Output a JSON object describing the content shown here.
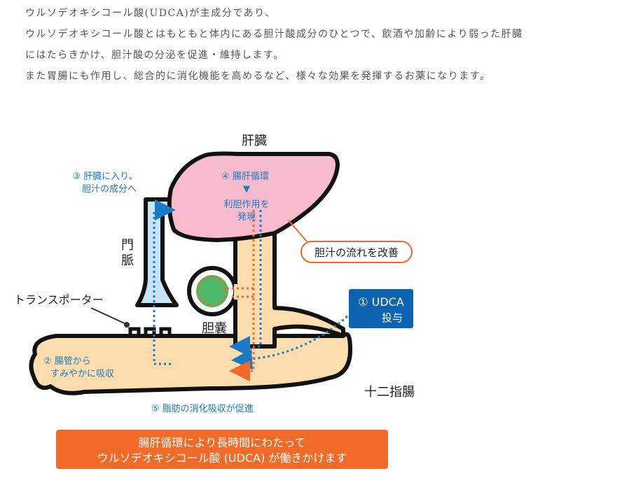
{
  "intro": {
    "lines": [
      "ウルソデオキシコール酸(UDCA)が主成分であり、",
      "ウルソデオキシコール酸とはもともと体内にある胆汁酸成分のひとつで、飲酒や加齢により弱った肝臓",
      "にはたらきかけ、胆汁酸の分泌を促進・維持します。",
      "また胃腸にも作用し、総合的に消化機能を高めるなど、様々な効果を発揮するお薬になります。"
    ]
  },
  "diagram": {
    "liver_label": "肝臓",
    "portal_vein_label": [
      "門",
      "脈"
    ],
    "transporter_label": "トランスポーター",
    "gallbladder_label": "胆嚢",
    "duodenum_label": "十二指腸",
    "step1": [
      "① UDCA",
      "投与"
    ],
    "step2": [
      "② 腸管から",
      "すみやかに吸収"
    ],
    "step3": [
      "③ 肝臓に入り、",
      "胆汁の成分へ"
    ],
    "step4": [
      "④ 腸肝循環",
      "▼",
      "利胆作用を",
      "発現"
    ],
    "step5": "⑤ 脂肪の消化吸収が促進",
    "bile_flow_label": "胆汁の流れを改善",
    "summary": [
      "腸肝循環により長時間にわたって",
      "ウルソデオキシコール酸 (UDCA) が働きかけます"
    ]
  },
  "colors": {
    "liver": "#f6bccd",
    "intestine": "#fddcad",
    "vein": "#c6e4f7",
    "gallbladder": "#4cb86a",
    "accent_blue": "#1a7bc4",
    "accent_orange": "#f26a28",
    "udca_box": "#0c63b2",
    "outline": "#111111"
  }
}
